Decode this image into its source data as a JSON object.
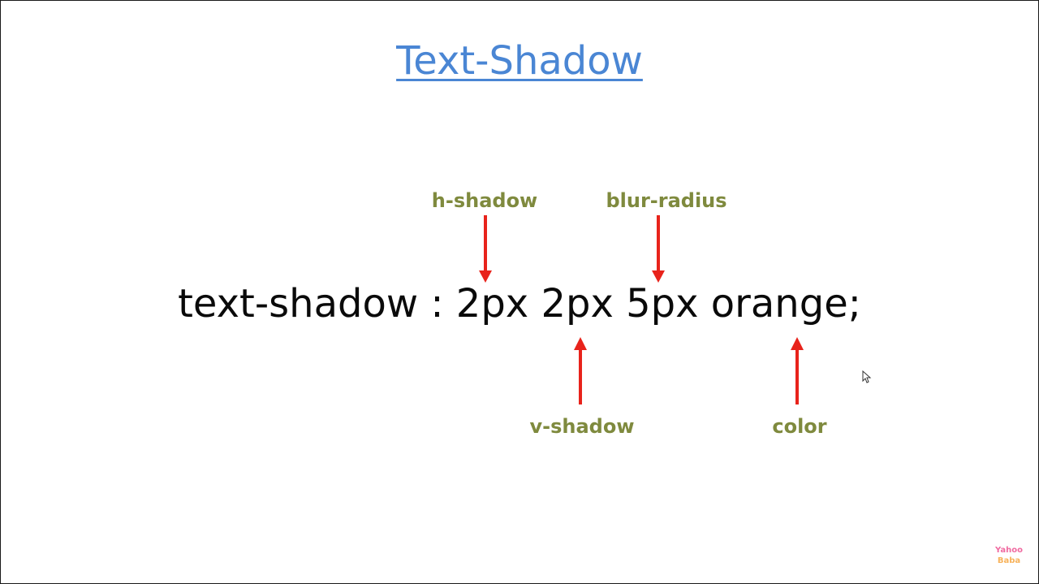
{
  "slide": {
    "title": "Text-Shadow",
    "code": "text-shadow : 2px 2px 5px orange;",
    "labels": {
      "h_shadow": "h-shadow",
      "blur_radius": "blur-radius",
      "v_shadow": "v-shadow",
      "color": "color"
    }
  },
  "watermark": {
    "line1": "Yahoo",
    "line2": "Baba"
  },
  "colors": {
    "title": "#4a86d4",
    "label": "#7f8a3e",
    "arrow": "#e8231b",
    "code": "#0a0a0a"
  },
  "icons": {
    "cursor": "mouse-pointer-icon"
  }
}
